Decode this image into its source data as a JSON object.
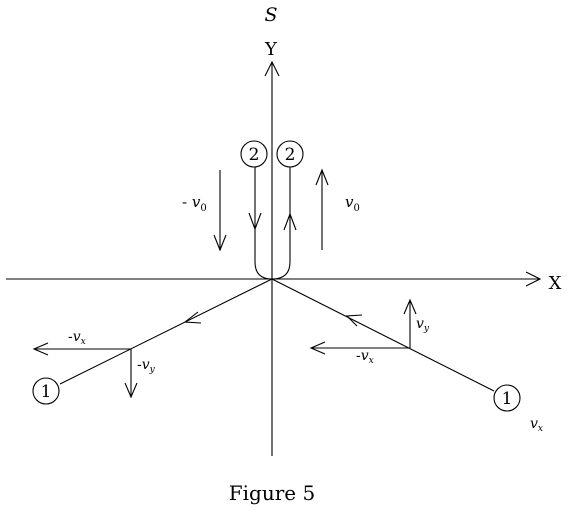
{
  "figure": {
    "caption": "Figure 5",
    "frame_label": "S",
    "axes": {
      "x_label": "X",
      "y_label": "Y"
    },
    "particles": {
      "one": "1",
      "two": "2"
    },
    "velocity_labels": {
      "minus_v0": "- v",
      "minus_v0_sub": "0",
      "v0": "v",
      "v0_sub": "0",
      "left_minus_vx": "-v",
      "left_minus_vx_sub": "x",
      "left_minus_vy": "-v",
      "left_minus_vy_sub": "y",
      "right_vy": "v",
      "right_vy_sub": "y",
      "right_minus_vx": "-v",
      "right_minus_vx_sub": "x",
      "corner_vx": "v",
      "corner_vx_sub": "x"
    }
  }
}
